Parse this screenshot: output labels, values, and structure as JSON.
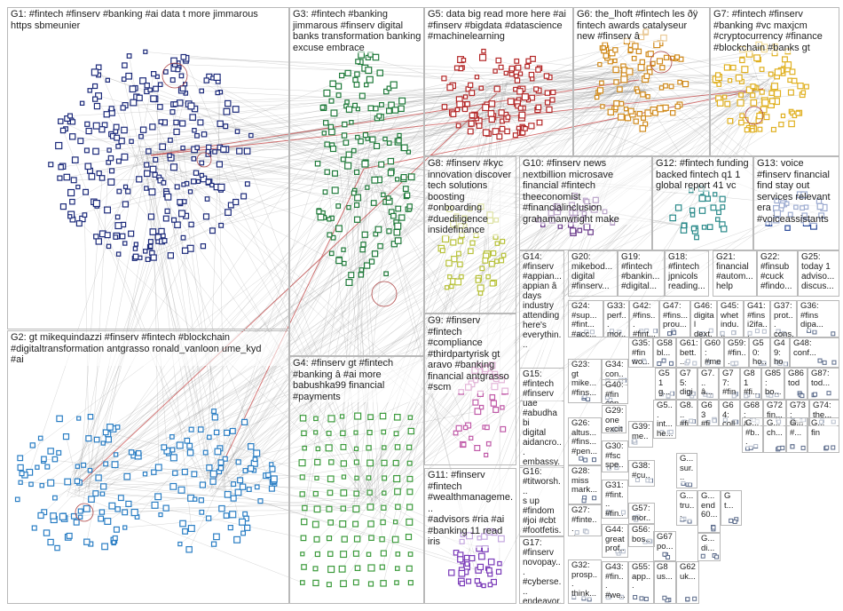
{
  "groups": [
    {
      "id": "G1",
      "text": "G1: #fintech #finserv #banking #ai data t more jimmarous\nhttps sbmeunier",
      "color": "#1c2a7a"
    },
    {
      "id": "G2",
      "text": "G2: gt mikequindazzi #finserv #fintech #blockchain\n#digitaltransformation antgrasso ronald_vanloon ume_kyd\n#ai",
      "color": "#2a7ec4"
    },
    {
      "id": "G3",
      "text": "G3: #fintech #banking\njimmarous #finserv digital\nbanks transformation banking\nexcuse embrace",
      "color": "#1f7a3a"
    },
    {
      "id": "G4",
      "text": "G4: #finserv gt #fintech\n#banking â #ai more\nbabushka99 financial\n#payments",
      "color": "#3c9b3c"
    },
    {
      "id": "G5",
      "text": "G5: data big read more here #ai\n#finserv #bigdata #datascience\n#machinelearning",
      "color": "#b42828"
    },
    {
      "id": "G6",
      "text": "G6: the_lhoft #fintech les ðÿ\nfintech awards catalyseur\nnew #finserv â",
      "color": "#d08a1c"
    },
    {
      "id": "G7",
      "text": "G7: #fintech #finserv\n#banking #vc maxjcm\n#cryptocurrency #finance\n#blockchain #banks gt",
      "color": "#e0b020"
    },
    {
      "id": "G8",
      "text": "G8: #finserv #kyc\ninnovation discover\ntech solutions\nboosting\n#onboarding\n#duediligence\ninsidefinance",
      "color": "#b8c23a"
    },
    {
      "id": "G9",
      "text": "G9: #finserv\n#fintech\n#compliance\n#thirdpartyrisk gt\naravo #banking\nfinancial antgrasso\n#scm",
      "color": "#c05aa8"
    },
    {
      "id": "G10",
      "text": "G10: #finserv news\nnextbillion microsave\nfinancial #fintech\ntheeconomist\n#financialinclusion\ngrahamanwright make",
      "color": "#6a3a8a"
    },
    {
      "id": "G11",
      "text": "G11: #finserv\n#fintech\n#wealthmanageme...\n#advisors #ria #ai\n#banking 11 read\niris",
      "color": "#7a3ab8"
    },
    {
      "id": "G12",
      "text": "G12: #fintech funding\nbacked fintech q1 1\nglobal report 41 vc",
      "color": "#2a8a8a"
    },
    {
      "id": "G13",
      "text": "G13: voice\n#finserv financial\nfind stay out\nservices relevant\nera\n#voiceassistants",
      "color": "#2a4a9a"
    },
    {
      "id": "G14",
      "text": "G14:\n#finserv\n#appian...\nappian â\ndays\nindustry\nattending\nhere's\neverythin...",
      "color": "#4a4a4a"
    },
    {
      "id": "G15",
      "text": "G15:\n#fintech\n#finserv\nuae\n#abudhabi\ndigital\naidancro...\nembassy...",
      "color": "#5a5a5a"
    },
    {
      "id": "G16",
      "text": "G16:\n#titworsh...\ns up\n#findom\n#joi #cbt\n#footfetis...",
      "color": "#5a5a5a"
    },
    {
      "id": "G17",
      "text": "G17:\n#finserv\nnovopay...\n#cyberse...\nendeavor...",
      "color": "#5a5a5a"
    },
    {
      "id": "G18",
      "text": "G18:\n#fintech\njpnicols\nreading...",
      "color": "#5a5a5a"
    },
    {
      "id": "G19",
      "text": "G19:\n#fintech\n#bankin...\n#digital...",
      "color": "#5a5a5a"
    },
    {
      "id": "G20",
      "text": "G20:\nmikebod...\ndigital\n#finserv...",
      "color": "#5a5a5a"
    },
    {
      "id": "G21",
      "text": "G21:\nfinancial\n#autom...\nhelp",
      "color": "#5a5a5a"
    },
    {
      "id": "G22",
      "text": "G22:\n#finsub\n#cuck\n#findo...",
      "color": "#5a5a5a"
    },
    {
      "id": "G25",
      "text": "G25:\ntoday 1\nadviso...\ndiscus...",
      "color": "#5a5a5a"
    }
  ],
  "small_groups": [
    {
      "id": "G24",
      "text": "G24:\n#sup...\n#fint...\n#acc..."
    },
    {
      "id": "G33",
      "text": "G33:\nperf...\nmor..."
    },
    {
      "id": "G42",
      "text": "G42:\n#fins...\n#fint..."
    },
    {
      "id": "G47",
      "text": "G47:\n#fins...\nprou..."
    },
    {
      "id": "G46",
      "text": "G46:\ndigital\ndext..."
    },
    {
      "id": "G45",
      "text": "G45:\nwhet\nindu..."
    },
    {
      "id": "G41",
      "text": "G41:\n#fins\ni2ifa..."
    },
    {
      "id": "G37",
      "text": "G37:\nprot...\ncons..."
    },
    {
      "id": "G36",
      "text": "G36:\n#fins\ndipa..."
    },
    {
      "id": "G23",
      "text": "G23:\ngt\nmike...\n#fins..."
    },
    {
      "id": "G34",
      "text": "G34:\ncon...\n#fin..."
    },
    {
      "id": "G35",
      "text": "G35:\n#fin\nwo..."
    },
    {
      "id": "G58",
      "text": "G58\nbl..."
    },
    {
      "id": "G61",
      "text": "G61:\nbett..."
    },
    {
      "id": "G60",
      "text": "G60:\n#me..."
    },
    {
      "id": "G59",
      "text": "G59:\n#fin..."
    },
    {
      "id": "G50",
      "text": "G50:\nho..."
    },
    {
      "id": "G49",
      "text": "G49:\nhon"
    },
    {
      "id": "G48",
      "text": "G48:\nconf..."
    },
    {
      "id": "G40",
      "text": "G40:\n#fin\ncon..."
    },
    {
      "id": "G51",
      "text": "G51\ng..."
    },
    {
      "id": "G75",
      "text": "G75:\ndigi..."
    },
    {
      "id": "G7b",
      "text": "G7...\nâ..."
    },
    {
      "id": "G77",
      "text": "G77:\n#fin..."
    },
    {
      "id": "G81",
      "text": "G81\n#fi..."
    },
    {
      "id": "G85",
      "text": "G85:\nbo..."
    },
    {
      "id": "G86",
      "text": "G86\ntod"
    },
    {
      "id": "G87",
      "text": "G87:\ntod..."
    },
    {
      "id": "G26",
      "text": "G26:\naltus...\n#fins...\n#pen..."
    },
    {
      "id": "G29",
      "text": "G29:\none\nexcit..."
    },
    {
      "id": "G39",
      "text": "G39:\nme...\napp..."
    },
    {
      "id": "G5x",
      "text": "G5...\nint...\nhe..."
    },
    {
      "id": "G8x",
      "text": "G8...\n#fi..."
    },
    {
      "id": "G63",
      "text": "G63\n#fi..."
    },
    {
      "id": "G64",
      "text": "G64:\ncoll..."
    },
    {
      "id": "G68",
      "text": "G68:\nâ..."
    },
    {
      "id": "G72",
      "text": "G72\nfin..."
    },
    {
      "id": "G73",
      "text": "G73:\n#fin..."
    },
    {
      "id": "G74",
      "text": "G74:\nthe..."
    },
    {
      "id": "G28",
      "text": "G28:\nmiss\nmark..."
    },
    {
      "id": "G30",
      "text": "G30:\n#fsc\nspe..."
    },
    {
      "id": "G38",
      "text": "G38:\n#cu...\n#fin..."
    },
    {
      "id": "G31",
      "text": "G31:\n#fint...\n#fin..."
    },
    {
      "id": "G57",
      "text": "G57:\nmor..."
    },
    {
      "id": "G27",
      "text": "G27:\n#finte...\nthoug..."
    },
    {
      "id": "G44",
      "text": "G44:\ngreat\nprof..."
    },
    {
      "id": "G56",
      "text": "G56:\nbos..."
    },
    {
      "id": "G32",
      "text": "G32:\nprosp...\nthink..."
    },
    {
      "id": "G43",
      "text": "G43:\n#fin...\n#we..."
    },
    {
      "id": "G55",
      "text": "G55:\napp..."
    },
    {
      "id": "G8y",
      "text": "G8\nus..."
    },
    {
      "id": "G67",
      "text": "G67\npo..."
    },
    {
      "id": "G62",
      "text": "G62\nuk..."
    },
    {
      "id": "Gm1",
      "text": "G...\nend\n60..."
    },
    {
      "id": "Gm2",
      "text": "G\nt..."
    },
    {
      "id": "Gm3",
      "text": "G...\n#b..."
    },
    {
      "id": "Gm4",
      "text": "G...\nch..."
    },
    {
      "id": "Gm5",
      "text": "G...\n#..."
    },
    {
      "id": "Gm6",
      "text": "G...\nfin"
    },
    {
      "id": "Gm7",
      "text": "G...\nsur..."
    },
    {
      "id": "Gm8",
      "text": "G...\ntru..."
    },
    {
      "id": "Gm9",
      "text": "G...\ndi..."
    }
  ],
  "colors": {
    "edge": "#8a8a8a",
    "edge_red": "#c03030",
    "box_border": "#b9b9b9",
    "node_fill": "#ffffff"
  }
}
